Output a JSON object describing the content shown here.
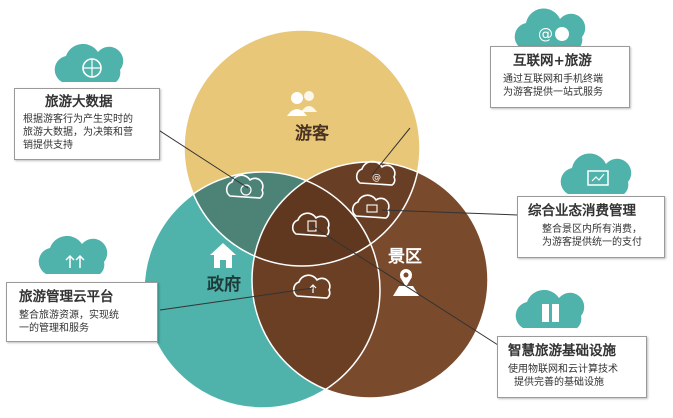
{
  "circles": {
    "tourist": {
      "label": "游客",
      "color": "#e8c778"
    },
    "government": {
      "label": "政府",
      "color": "#4fb2ab"
    },
    "scenic": {
      "label": "景区",
      "color": "#7a4a2c"
    }
  },
  "boxes": {
    "bigdata": {
      "title": "旅游大数据",
      "desc": [
        "根据游客行为产生实时的",
        "旅游大数据，为决策和营",
        "销提供支持"
      ]
    },
    "internet": {
      "title": "互联网+旅游",
      "desc": [
        "通过互联网和手机终端",
        "为游客提供一站式服务"
      ]
    },
    "consumption": {
      "title": "综合业态消费管理",
      "desc": [
        "整合景区内所有消费，",
        "为游客提供统一的支付"
      ]
    },
    "cloud": {
      "title": "旅游管理云平台",
      "desc": [
        "整合旅游资源，实现统",
        "一的管理和服务"
      ]
    },
    "infrastructure": {
      "title": "智慧旅游基础设施",
      "desc": [
        "使用物联网和云计算技术",
        "提供完善的基础设施"
      ]
    }
  },
  "icons": {
    "cloud_color": "#4fb2ab",
    "at_symbol": "@"
  }
}
